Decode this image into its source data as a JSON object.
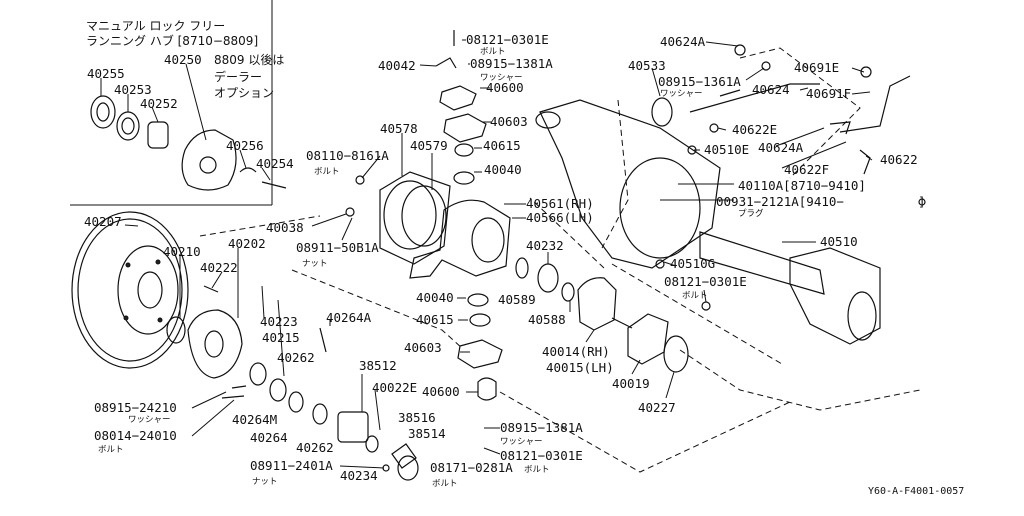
{
  "diagram": {
    "ref_code": "Y60-A-F4001-0057",
    "inset": {
      "jp_line1": "マニュアル ロック フリー",
      "jp_line2": "ランニング ハブ [8710−8809]",
      "jp_line3": "8809 以後は",
      "jp_line4": "デーラー",
      "jp_line5": "オプション"
    },
    "labels": [
      {
        "text": "40255",
        "sub": ""
      },
      {
        "text": "40250",
        "sub": ""
      },
      {
        "text": "40253",
        "sub": ""
      },
      {
        "text": "40252",
        "sub": ""
      },
      {
        "text": "40256",
        "sub": ""
      },
      {
        "text": "40254",
        "sub": ""
      },
      {
        "text": "40207",
        "sub": ""
      },
      {
        "text": "40210",
        "sub": ""
      },
      {
        "text": "40202",
        "sub": ""
      },
      {
        "text": "40222",
        "sub": ""
      },
      {
        "text": "40223",
        "sub": ""
      },
      {
        "text": "40215",
        "sub": ""
      },
      {
        "text": "40262",
        "sub": ""
      },
      {
        "text": "40264M",
        "sub": ""
      },
      {
        "text": "40264",
        "sub": ""
      },
      {
        "text": "40262",
        "sub": ""
      },
      {
        "text": "08915−24210",
        "sub": "ワッシャー"
      },
      {
        "text": "08014−24010",
        "sub": "ボルト"
      },
      {
        "text": "40264A",
        "sub": ""
      },
      {
        "text": "38512",
        "sub": ""
      },
      {
        "text": "40022E",
        "sub": ""
      },
      {
        "text": "38516",
        "sub": ""
      },
      {
        "text": "38514",
        "sub": ""
      },
      {
        "text": "08911−2401A",
        "sub": "ナット"
      },
      {
        "text": "40234",
        "sub": ""
      },
      {
        "text": "08171−0281A",
        "sub": "ボルト"
      },
      {
        "text": "40038",
        "sub": ""
      },
      {
        "text": "08911−50B1A",
        "sub": "ナット"
      },
      {
        "text": "08110−8161A",
        "sub": "ボルト"
      },
      {
        "text": "40578",
        "sub": ""
      },
      {
        "text": "40579",
        "sub": ""
      },
      {
        "text": "40042",
        "sub": ""
      },
      {
        "text": "08121−0301E",
        "sub": "ボルト"
      },
      {
        "text": "08915−1381A",
        "sub": "ワッシャー"
      },
      {
        "text": "40600",
        "sub": ""
      },
      {
        "text": "40603",
        "sub": ""
      },
      {
        "text": "40615",
        "sub": ""
      },
      {
        "text": "40040",
        "sub": ""
      },
      {
        "text": "40561(RH)",
        "sub": ""
      },
      {
        "text": "40566(LH)",
        "sub": ""
      },
      {
        "text": "40232",
        "sub": ""
      },
      {
        "text": "40040",
        "sub": ""
      },
      {
        "text": "40589",
        "sub": ""
      },
      {
        "text": "40588",
        "sub": ""
      },
      {
        "text": "40615",
        "sub": ""
      },
      {
        "text": "40603",
        "sub": ""
      },
      {
        "text": "40014(RH)",
        "sub": ""
      },
      {
        "text": "40015(LH)",
        "sub": ""
      },
      {
        "text": "40600",
        "sub": ""
      },
      {
        "text": "40019",
        "sub": ""
      },
      {
        "text": "40227",
        "sub": ""
      },
      {
        "text": "08915−1381A",
        "sub": "ワッシャー"
      },
      {
        "text": "08121−0301E",
        "sub": "ボルト"
      },
      {
        "text": "40624A",
        "sub": ""
      },
      {
        "text": "40533",
        "sub": ""
      },
      {
        "text": "08915−1361A",
        "sub": "ワッシャー"
      },
      {
        "text": "40691E",
        "sub": ""
      },
      {
        "text": "40624",
        "sub": ""
      },
      {
        "text": "40691F",
        "sub": ""
      },
      {
        "text": "40622E",
        "sub": ""
      },
      {
        "text": "40510E",
        "sub": ""
      },
      {
        "text": "40624A",
        "sub": ""
      },
      {
        "text": "40622F",
        "sub": ""
      },
      {
        "text": "40622",
        "sub": ""
      },
      {
        "text": "40110A[8710−9410]",
        "sub": ""
      },
      {
        "text": "00931−2121A[9410−",
        "sub": "プラグ"
      },
      {
        "text": "]",
        "sub": ""
      },
      {
        "text": "40510",
        "sub": ""
      },
      {
        "text": "40510G",
        "sub": ""
      },
      {
        "text": "08121−0301E",
        "sub": "ボルト"
      }
    ]
  }
}
